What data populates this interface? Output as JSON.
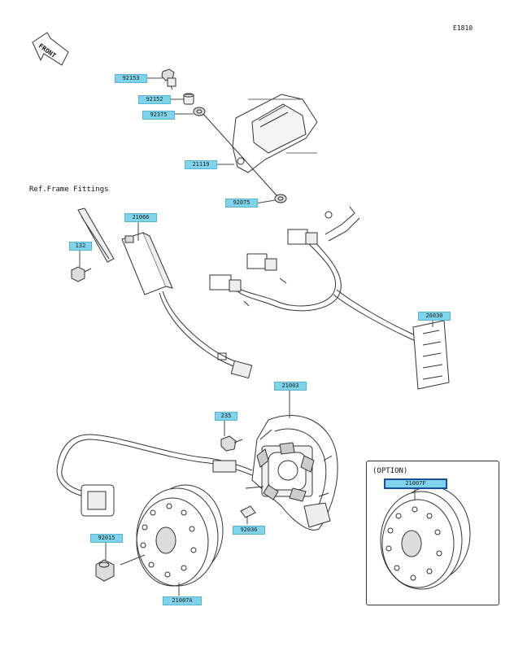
{
  "diagram_id": "E1810",
  "front_label": "FRONT",
  "ref_label": "Ref.Frame Fittings",
  "option_label": "(OPTION)",
  "parts": {
    "p92153": "92153",
    "p92152": "92152",
    "p92375": "92375",
    "p21119": "21119",
    "p92075": "92075",
    "p21066": "21066",
    "p132": "132",
    "p26030": "26030",
    "p21003": "21003",
    "p235": "235",
    "p92036": "92036",
    "p92015": "92015",
    "p21007A": "21007A",
    "p21007F": "21007F"
  },
  "colors": {
    "tag_fill": "#7fd3ea",
    "line": "#333333"
  }
}
